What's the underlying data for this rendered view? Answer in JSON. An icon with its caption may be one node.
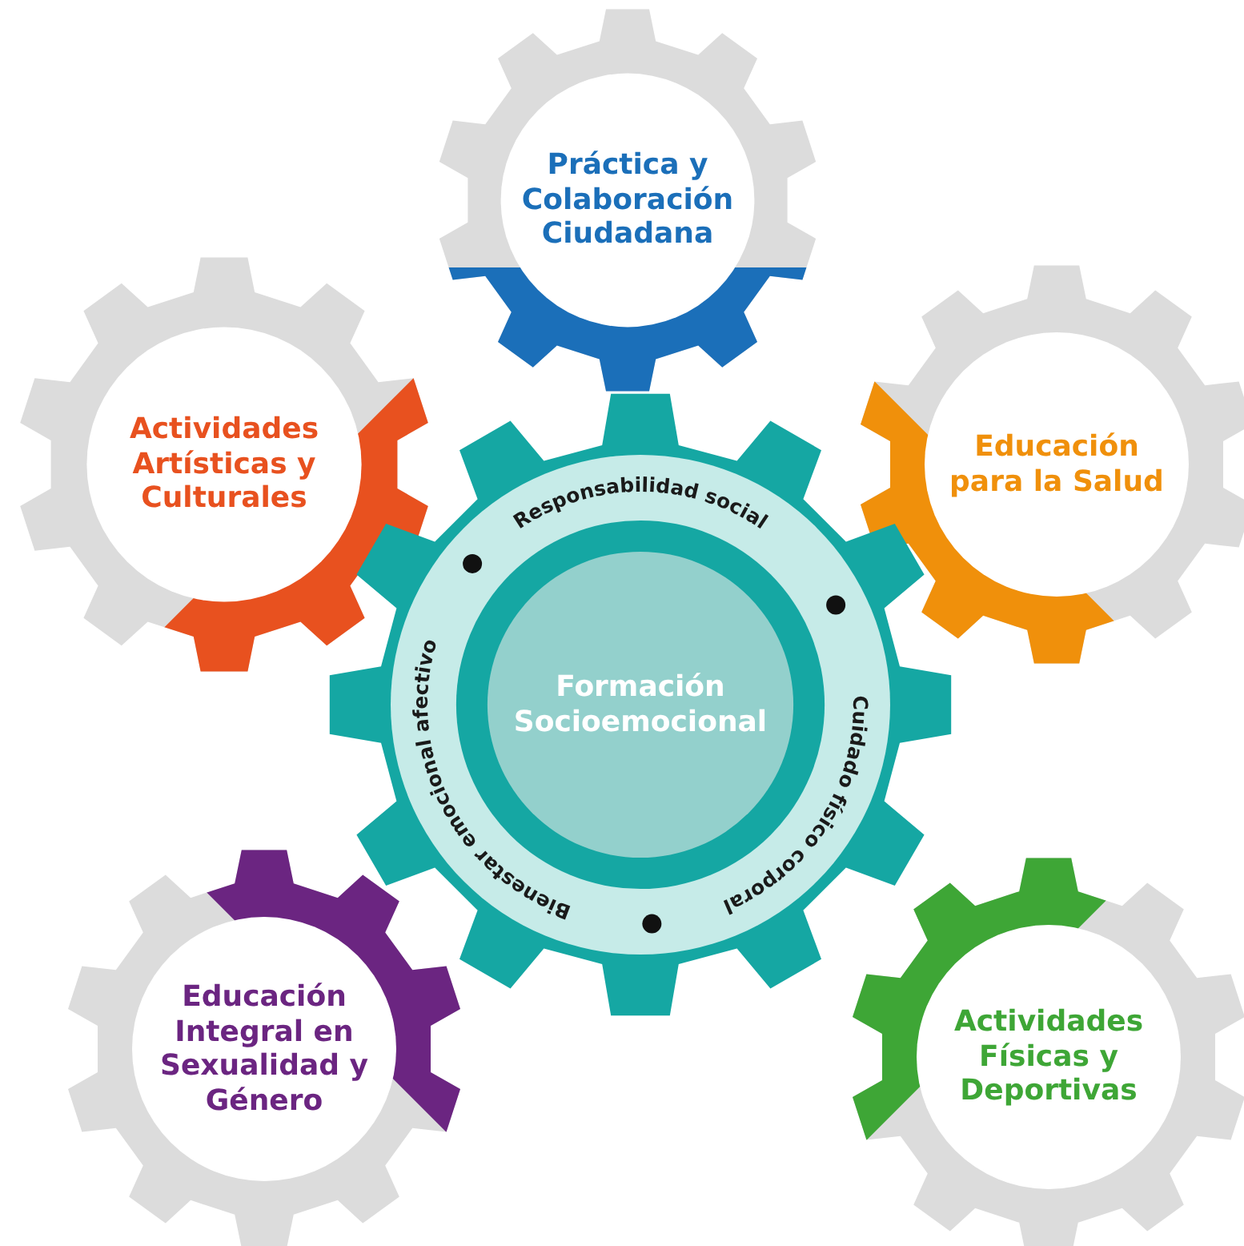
{
  "diagram": {
    "nodes": [
      {
        "text": [
          "Formación Socioemocional"
        ]
      },
      {
        "text": [
          "Práctica y Colaboración Ciudadana"
        ]
      },
      {
        "text": [
          "Actividades Artísticas y Culturales"
        ]
      },
      {
        "text": [
          "Educación para la Salud"
        ]
      },
      {
        "text": [
          "Educación Integral en Sexualidad y Género"
        ]
      },
      {
        "text": [
          "Actividades Físicas y Deportivas"
        ]
      }
    ],
    "edges": [],
    "labels": [
      "Responsabilidad social",
      "Cuidado físico corporal",
      "Bienestar emocional afectivo"
    ]
  }
}
